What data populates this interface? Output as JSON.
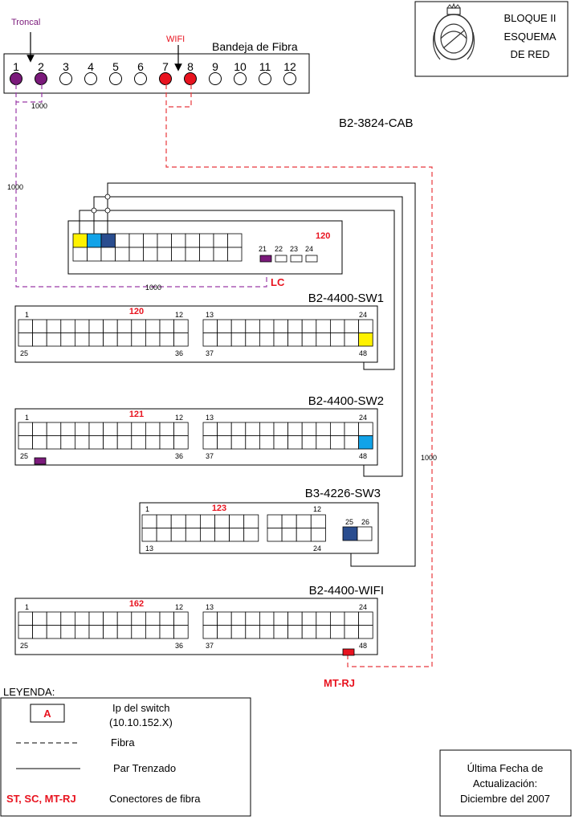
{
  "title_block": {
    "line1": "BLOQUE II",
    "line2": "ESQUEMA",
    "line3": "DE  RED",
    "logo": "university-crest-logo"
  },
  "fiber_tray": {
    "title": "Bandeja de Fibra",
    "troncal_label": "Troncal",
    "wifi_label": "WIFI",
    "ports": [
      "1",
      "2",
      "3",
      "4",
      "5",
      "6",
      "7",
      "8",
      "9",
      "10",
      "11",
      "12"
    ],
    "troncal_ports": [
      1,
      2
    ],
    "wifi_ports": [
      7,
      8
    ],
    "link_label_short": "1000",
    "link_label_vertical": "1000"
  },
  "cabinet_title": "B2-3824-CAB",
  "cabinet_switch": {
    "ip": "120",
    "port_labels": [
      "21",
      "22",
      "23",
      "24"
    ],
    "connector_label": "LC",
    "link_label": "1000"
  },
  "switches": [
    {
      "name": "B2-4400-SW1",
      "ip": "120",
      "tl": "1",
      "tr": "12",
      "tl2": "13",
      "tr2": "24",
      "bl": "25",
      "br": "36",
      "bl2": "37",
      "br2": "48"
    },
    {
      "name": "B2-4400-SW2",
      "ip": "121",
      "tl": "1",
      "tr": "12",
      "tl2": "13",
      "tr2": "24",
      "bl": "25",
      "br": "36",
      "bl2": "37",
      "br2": "48"
    },
    {
      "name": "B3-4226-SW3",
      "ip": "123",
      "tl": "1",
      "tr": "12",
      "bl": "13",
      "br": "24",
      "p25": "25",
      "p26": "26"
    },
    {
      "name": "B2-4400-WIFI",
      "ip": "162",
      "tl": "1",
      "tr": "12",
      "tl2": "13",
      "tr2": "24",
      "bl": "25",
      "br": "36",
      "bl2": "37",
      "br2": "48"
    }
  ],
  "wifi_link_label": "1000",
  "mtrj_label": "MT-RJ",
  "legend": {
    "title": "LEYENDA:",
    "ip_box": "A",
    "ip_desc1": "Ip del switch",
    "ip_desc2": "(10.10.152.X)",
    "fibra": "Fibra",
    "par": "Par Trenzado",
    "connectors_code": "ST, SC, MT-RJ",
    "connectors_desc": "Conectores de fibra"
  },
  "update_box": {
    "line1": "Última Fecha de",
    "line2": "Actualización:",
    "line3": "Diciembre del 2007"
  },
  "colors": {
    "purple": "#7b1a7b",
    "red": "#e8131f",
    "yellow": "#fff200",
    "light_blue": "#12a3e8",
    "dark_blue": "#2a4d8f",
    "dashed_red": "#e8383d",
    "dashed_purple": "#9a3aa8"
  }
}
